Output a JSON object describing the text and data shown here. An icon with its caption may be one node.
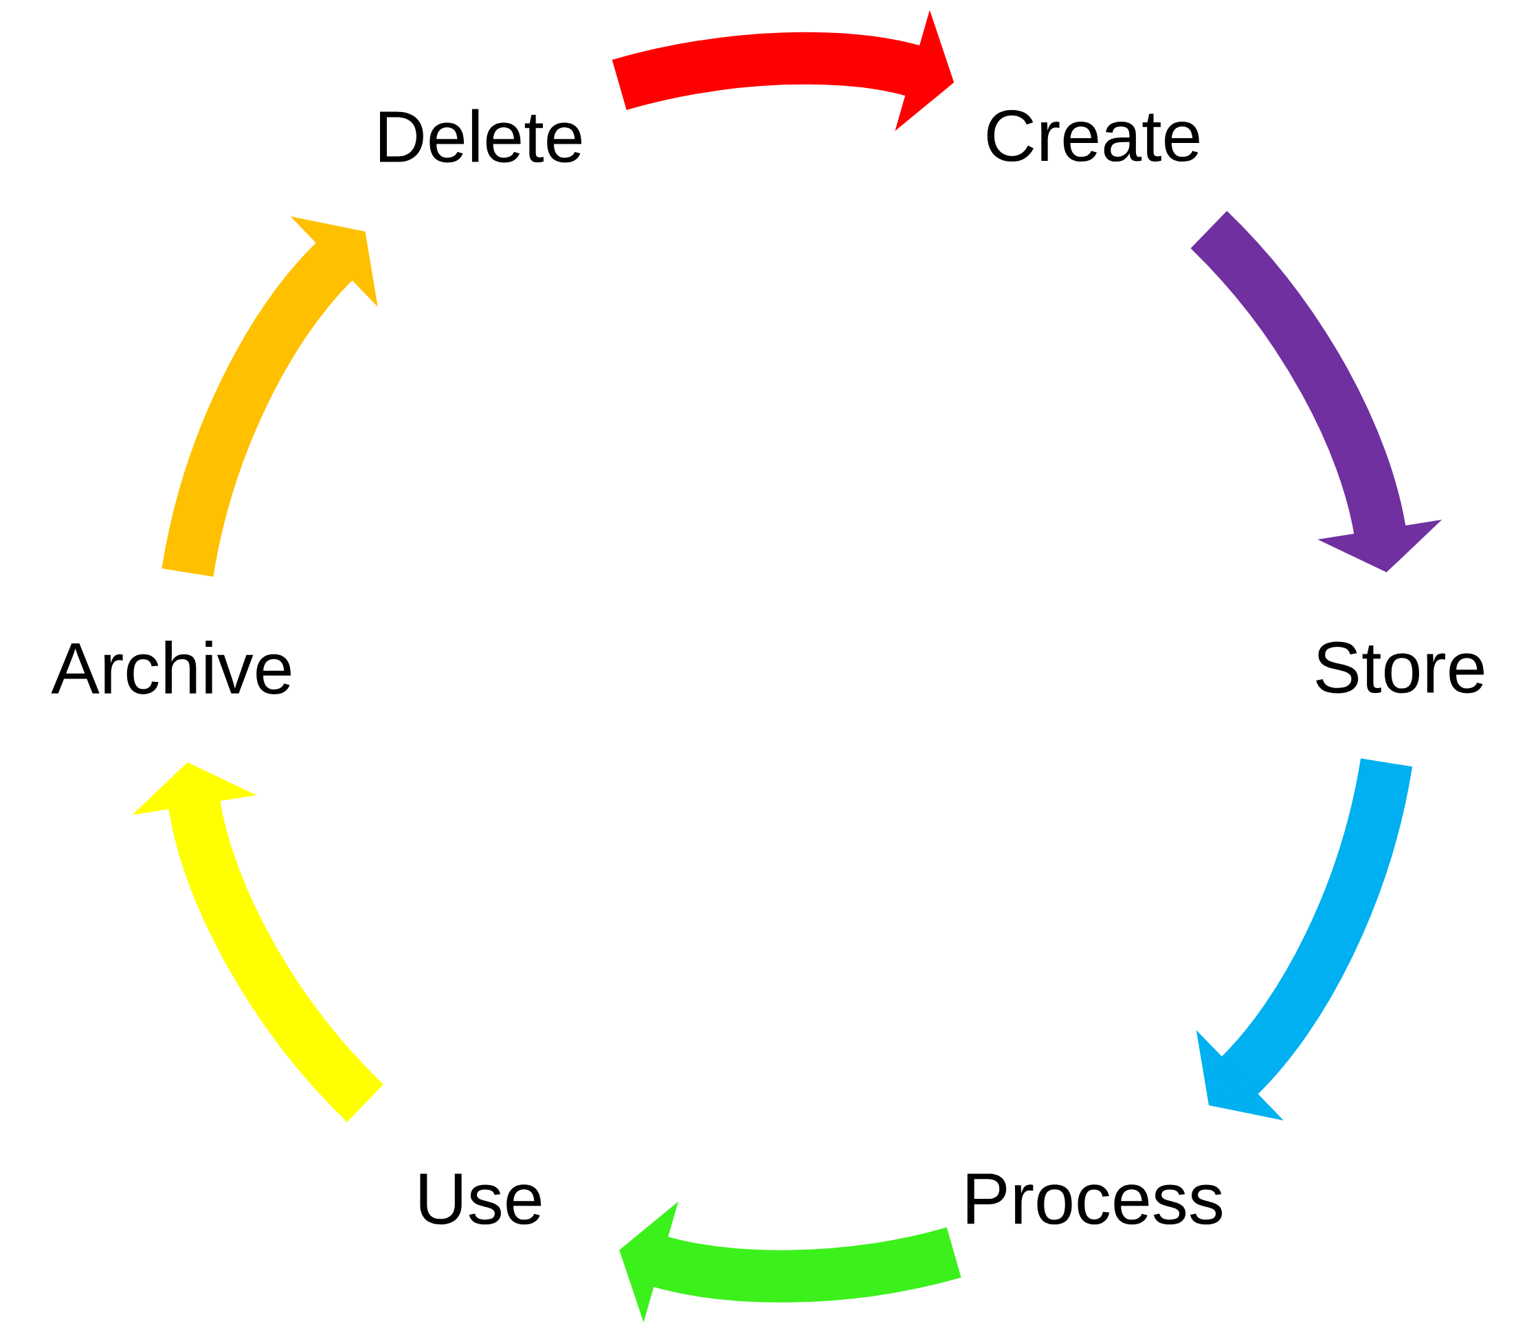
{
  "diagram": {
    "nodes": [
      {
        "text": [
          "Delete"
        ]
      },
      {
        "text": [
          "Create"
        ]
      },
      {
        "text": [
          "Archive"
        ]
      },
      {
        "text": [
          "Store"
        ]
      },
      {
        "text": [
          "Use"
        ]
      },
      {
        "text": [
          "Process"
        ]
      }
    ],
    "edges": [
      {
        "from": 0,
        "to": 1,
        "arrow": "to",
        "color": "#ff0000"
      },
      {
        "from": 1,
        "to": 3,
        "arrow": "to",
        "color": "#7030a0"
      },
      {
        "from": 3,
        "to": 5,
        "arrow": "to",
        "color": "#00b0f0"
      },
      {
        "from": 5,
        "to": 4,
        "arrow": "to",
        "color": "#3cf01c"
      },
      {
        "from": 4,
        "to": 2,
        "arrow": "to",
        "color": "#ffff00"
      },
      {
        "from": 2,
        "to": 0,
        "arrow": "to",
        "color": "#ffc000"
      }
    ]
  }
}
